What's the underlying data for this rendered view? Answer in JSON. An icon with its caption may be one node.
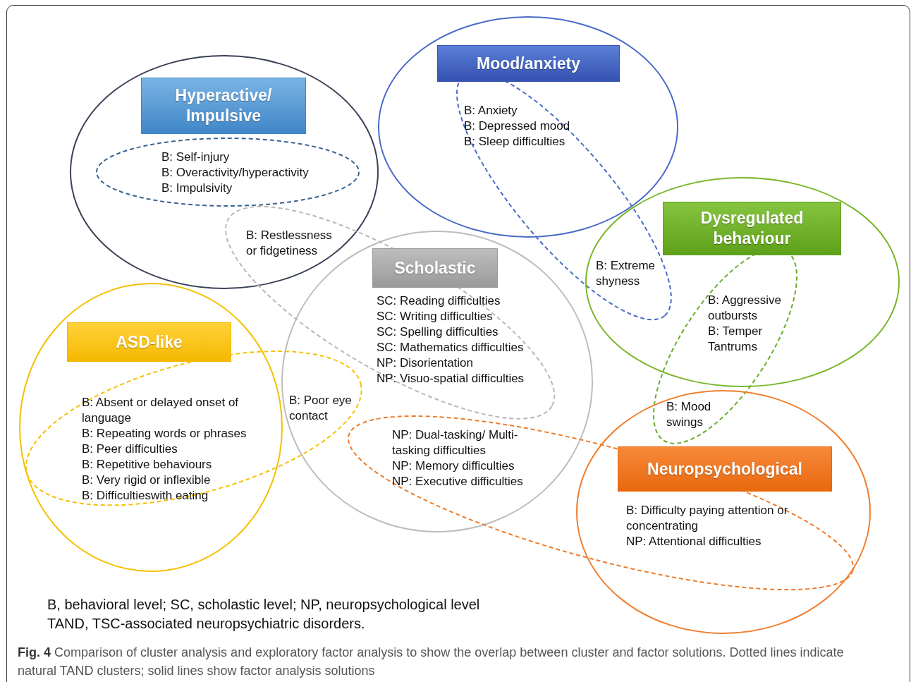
{
  "diagram": {
    "caption": "**Fig. 4** Comparison of cluster analysis and exploratory factor analysis to show the overlap between cluster and factor solutions. Dotted lines indicate natural TAND clusters; solid lines show factor analysis solutions",
    "nodes": [
      {
        "text": [],
        "shape": "ellipse"
      },
      {
        "text": [
          "Hyperactive/ Impulsive"
        ],
        "in": 0
      },
      {
        "text": [
          "B: Self-injury",
          "B: Overactivity/hyperactivity",
          "B: Impulsivity"
        ],
        "in": 0
      },
      {
        "text": [],
        "shape": "ellipse"
      },
      {
        "text": [
          "Mood/anxiety"
        ],
        "in": 3
      },
      {
        "text": [
          "B: Anxiety",
          "B: Depressed mood",
          "B: Sleep difficulties",
          "B: Extreme shyness"
        ]
      },
      {
        "text": [],
        "shape": "ellipse"
      },
      {
        "text": [
          "Dysregulated behaviour"
        ],
        "in": 6
      },
      {
        "text": [
          "B: Aggressive outbursts",
          "B: Temper Tantrums",
          "B: Mood swings"
        ]
      },
      {
        "text": [],
        "shape": "ellipse"
      },
      {
        "text": [
          "Scholastic"
        ],
        "in": 9
      },
      {
        "text": [
          "B: Restlessness or fidgetiness",
          "SC: Reading difficulties",
          "SC: Writing difficulties",
          "SC: Spelling difficulties",
          "SC: Mathematics difficulties",
          "NP: Disorientation",
          "NP: Visuo-spatial difficulties"
        ]
      },
      {
        "text": [],
        "shape": "ellipse"
      },
      {
        "text": [
          "ASD-like"
        ],
        "in": 12
      },
      {
        "text": [
          "B: Absent or delayed onset of language",
          "B: Repeating words or phrases",
          "B: Peer difficulties",
          "B: Repetitive behaviours",
          "B: Very rigid or inflexible",
          "B: Difficultieswith eating",
          "B: Poor eye contact"
        ]
      },
      {
        "text": [
          "B: Difficulty paying attention or concentrating",
          "NP: Attentional difficulties"
        ]
      },
      {
        "text": [
          "Neuropsychological"
        ],
        "in": 15
      },
      {
        "text": [
          "NP: Dual-tasking/ Multi-tasking difficulties",
          "NP: Memory difficulties",
          "NP: Executive difficulties"
        ]
      }
    ],
    "labels": [
      "B, behavioral level; SC, scholastic level; NP, neuropsychological level",
      "TAND, TSC-associated neuropsychiatric disorders."
    ]
  }
}
